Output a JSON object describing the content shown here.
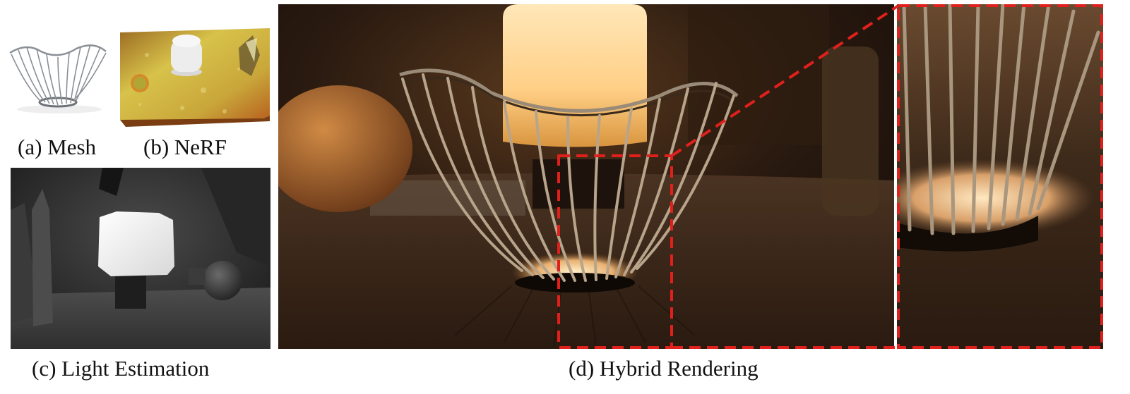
{
  "figure": {
    "captions": {
      "a": "(a) Mesh",
      "b": "(b) NeRF",
      "c": "(c) Light Estimation",
      "d": "(d) Hybrid Rendering"
    }
  },
  "colors": {
    "highlight_box": "#e0201c",
    "mesh_wire": "#8a8f96",
    "nerf_base": "#c7b23c",
    "scene_dark": "#2a1a10",
    "lamp_glow": "#ffd89a",
    "pumpkin": "#c0702a",
    "estimation_bg": "#2b2b2b"
  }
}
